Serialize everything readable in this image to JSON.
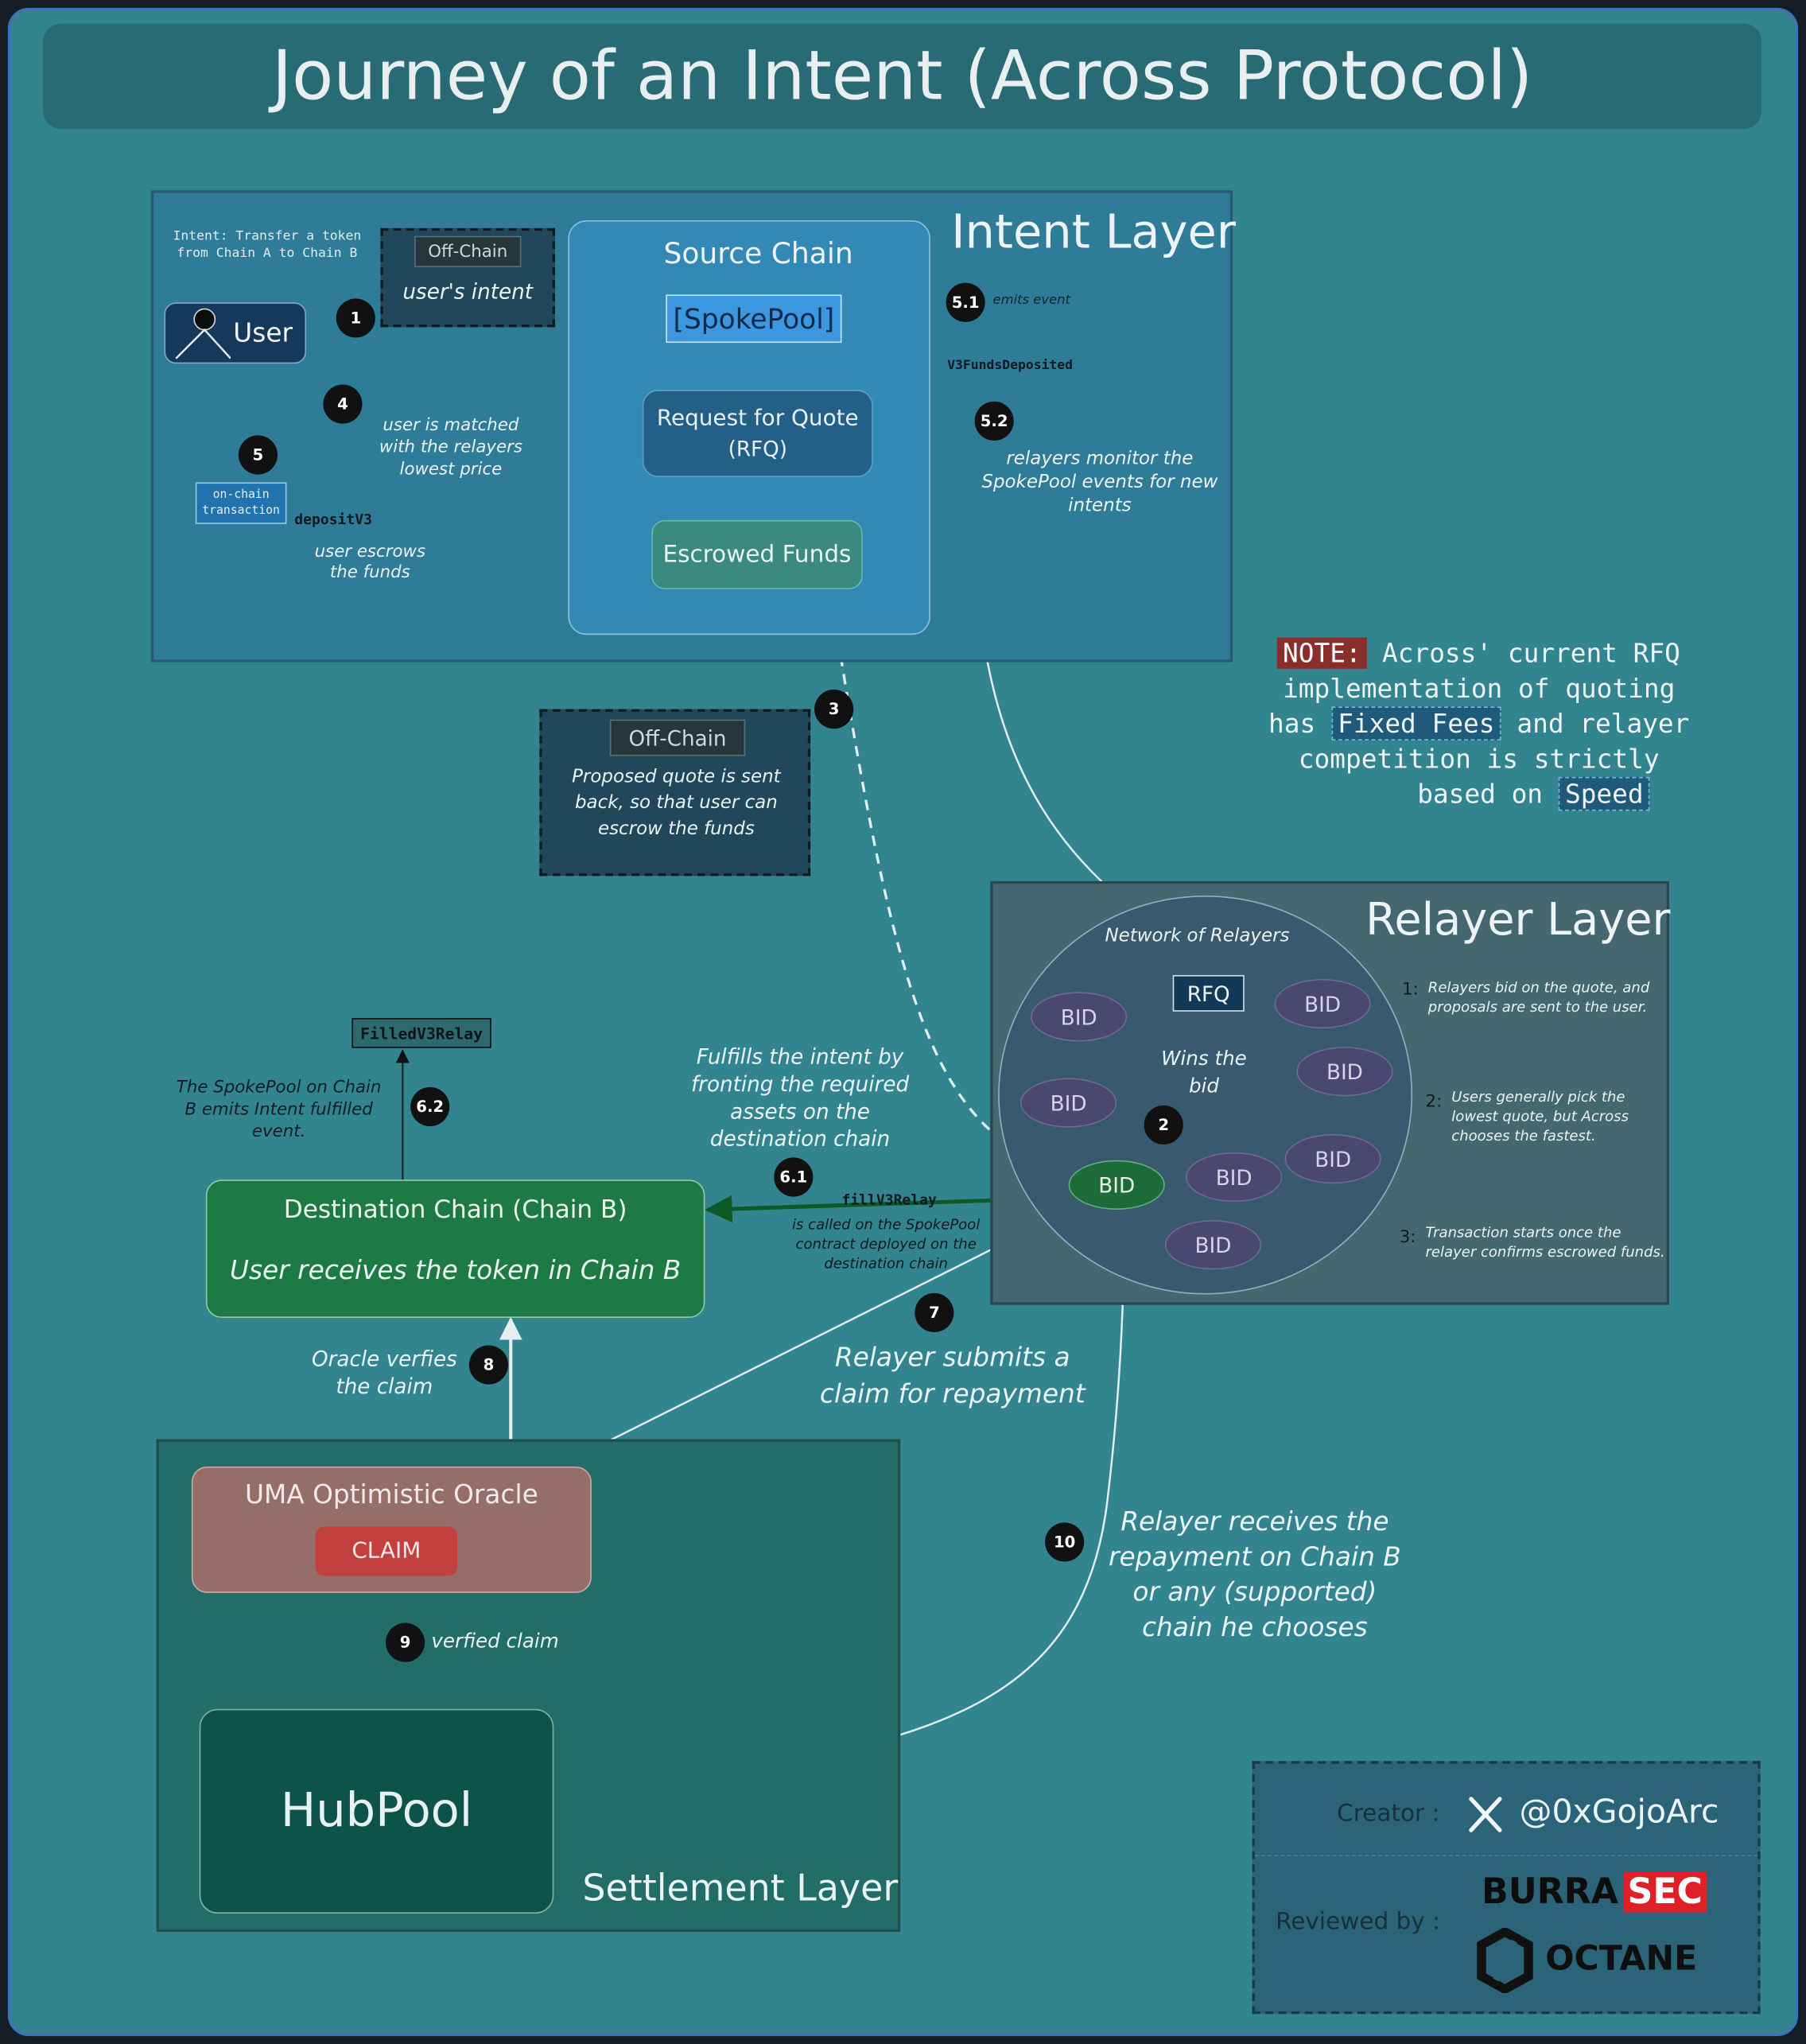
{
  "title": "Journey of an Intent (Across Protocol)",
  "intent_layer": {
    "label": "Intent Layer",
    "intent_note": "Intent: Transfer a token from Chain A to Chain B",
    "offchain_tag": "Off-Chain",
    "offchain_text": "user's intent",
    "user_label": "User",
    "source_chain": {
      "title": "Source Chain",
      "spokepool": "[SpokePool]",
      "rfq_line1": "Request for Quote",
      "rfq_line2": "(RFQ)",
      "escrow": "Escrowed Funds"
    },
    "step4_text": "user is matched with the relayers lowest price",
    "onchain_tag": "on-chain transaction",
    "deposit_fn": "depositV3",
    "escrow_note": "user escrows the funds",
    "emits_event": "emits event",
    "event_name": "V3FundsDeposited",
    "step52_text": "relayers monitor the SpokePool events for new intents"
  },
  "note": {
    "tag": "NOTE:",
    "line1": "Across' current RFQ",
    "line2": "implementation of quoting",
    "line3a": "has",
    "line3b": "Fixed Fees",
    "line3c": "and relayer",
    "line4": "competition is strictly",
    "line5a": "based on",
    "line5b": "Speed"
  },
  "offchain_quote": {
    "tag": "Off-Chain",
    "text": "Proposed quote is sent back, so that user can escrow the funds"
  },
  "relayer_layer": {
    "label": "Relayer Layer",
    "network_label": "Network of Relayers",
    "rfq": "RFQ",
    "bid": "BID",
    "wins": "Wins the bid",
    "points": [
      {
        "num": "1:",
        "text": "Relayers bid on the quote, and proposals are sent to the user."
      },
      {
        "num": "2:",
        "text": "Users generally pick the lowest quote, but Across chooses the fastest."
      },
      {
        "num": "3:",
        "text": "Transaction starts once the relayer confirms escrowed funds."
      }
    ]
  },
  "destination": {
    "title": "Destination Chain (Chain B)",
    "text": "User receives the token in Chain B",
    "event": "FilledV3Relay",
    "event_note": "The SpokePool on Chain B emits Intent fulfilled event.",
    "fulfill_text": "Fulfills the intent by fronting the required assets on the destination chain",
    "fill_fn": "fillV3Relay",
    "fill_note": "is called on the SpokePool contract deployed on the destination chain"
  },
  "settlement": {
    "label": "Settlement Layer",
    "oracle": "UMA Optimistic Oracle",
    "claim": "CLAIM",
    "hubpool": "HubPool",
    "oracle_verifies": "Oracle verfies the claim",
    "verified_claim": "verfied claim",
    "submit_claim": "Relayer submits a claim for repayment",
    "repayment": "Relayer receives the repayment on Chain B or any (supported) chain he chooses"
  },
  "steps": {
    "s1": "1",
    "s2": "2",
    "s3": "3",
    "s4": "4",
    "s5": "5",
    "s51": "5.1",
    "s52": "5.2",
    "s61": "6.1",
    "s62": "6.2",
    "s7": "7",
    "s8": "8",
    "s9": "9",
    "s10": "10"
  },
  "credits": {
    "creator_label": "Creator :",
    "creator_handle": "@0xGojoArc",
    "reviewed_label": "Reviewed by :",
    "burra": "BURRA",
    "sec": "SEC",
    "octane": "OCTANE"
  },
  "colors": {
    "background": "#32858f",
    "intent_layer": "#2f7c98",
    "relayer_layer": "#456770",
    "settlement_layer": "#226d68",
    "destination": "#1d7a45",
    "oracle": "#956e6a",
    "claim": "#c2413f",
    "hubpool": "#0e5349"
  }
}
